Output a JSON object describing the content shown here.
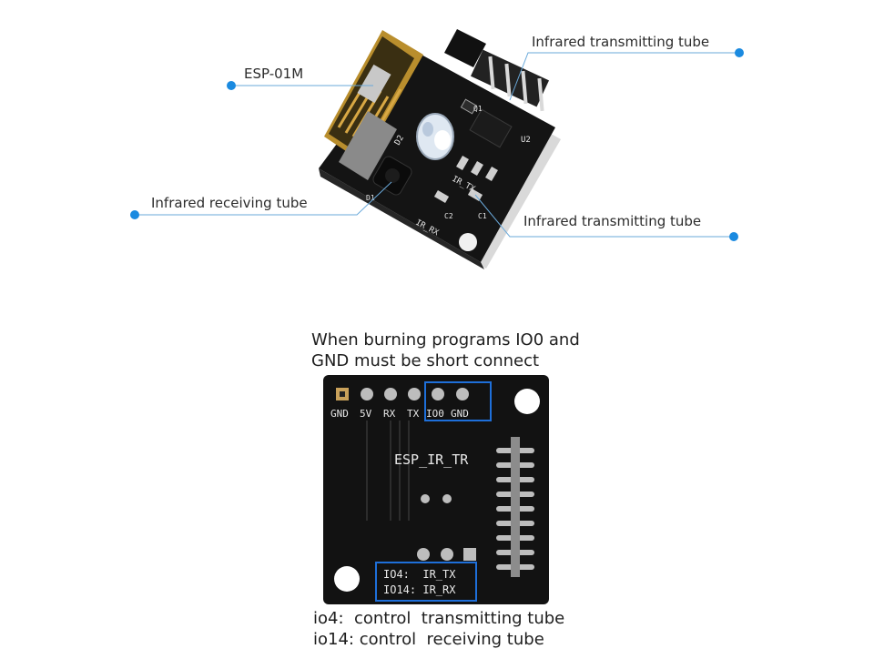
{
  "top_figure": {
    "callouts": {
      "esp": "ESP-01M",
      "ir_tx_top": "Infrared transmitting tube",
      "ir_rx": "Infrared receiving tube",
      "ir_tx_right": "Infrared transmitting tube"
    },
    "silkscreen": {
      "d2": "D2",
      "q1": "Q1",
      "u2": "U2",
      "ir_tx": "IR_TX",
      "ir_rx": "IR_RX",
      "c1": "C1",
      "c2": "C2",
      "d1": "D1"
    },
    "callout_color": "#1a8ae0"
  },
  "bottom_figure": {
    "note_top": {
      "line1": "When burning programs IO0 and",
      "line2": "GND must be short  connect"
    },
    "pins": {
      "gnd": "GND",
      "v5": "5V",
      "rx": "RX",
      "tx": "TX",
      "io0": "IO0",
      "gnd2": "GND"
    },
    "board_title": "ESP_IR_TR",
    "pin_map": {
      "line1": "IO4:  IR_TX",
      "line2": "IO14: IR_RX"
    },
    "note_bottom": {
      "line1": "io4:  control  transmitting tube",
      "line2": "io14: control  receiving tube"
    },
    "highlight_color": "#1e6fd9"
  }
}
